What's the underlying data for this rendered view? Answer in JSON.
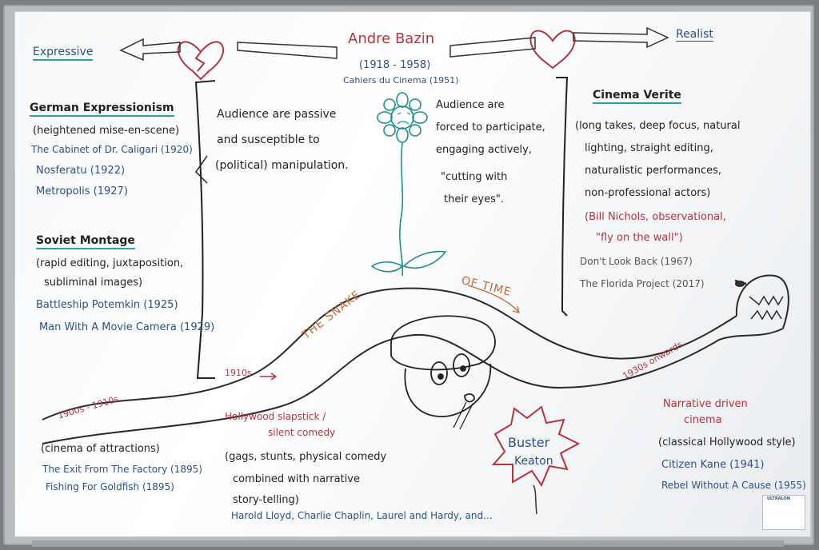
{
  "title": "Andre Bazin",
  "years": "(1918 - 1958)",
  "journal": "Cahiers du Cinema (1951)",
  "left_label": "Expressive",
  "right_label": "Realist",
  "expressive": {
    "heading1": "German Expressionism",
    "desc1": "(heightened mise-en-scene)",
    "films1": [
      "The Cabinet of Dr. Caligari (1920)",
      "Nosferatu (1922)",
      "Metropolis (1927)"
    ],
    "heading2": "Soviet Montage",
    "desc2": [
      "(rapid editing, juxtaposition,",
      "subliminal images)"
    ],
    "films2": [
      "Battleship Potemkin (1925)",
      "Man With A Movie Camera (1929)"
    ]
  },
  "audience_passive": [
    "Audience are passive",
    "and susceptible to",
    "(political) manipulation."
  ],
  "audience_active": [
    "Audience are",
    "forced to participate,",
    "engaging actively,",
    "\"cutting with",
    "their eyes\"."
  ],
  "realist": {
    "heading": "Cinema Verite",
    "desc": [
      "(long takes, deep focus, natural",
      "lighting, straight editing,",
      "naturalistic performances,",
      "non-professional actors)"
    ],
    "note": [
      "(Bill Nichols, observational,",
      "\"fly on the wall\")"
    ],
    "films": [
      "Don't Look Back (1967)",
      "The Florida Project (2017)"
    ]
  },
  "snake": {
    "label1": "THE SNAKE",
    "label2": "OF TIME",
    "era1": "1900s - 1910s",
    "era2": "1910s",
    "era3": "1930s onwards"
  },
  "attractions": {
    "desc": "(cinema of attractions)",
    "films": [
      "The Exit From The Factory (1895)",
      "Fishing For Goldfish (1895)"
    ]
  },
  "slapstick": {
    "heading": [
      "Hollywood slapstick /",
      "silent comedy"
    ],
    "desc": [
      "(gags, stunts, physical comedy",
      "combined with narrative",
      "story-telling)"
    ],
    "names": "Harold Lloyd, Charlie Chaplin, Laurel and Hardy, and..."
  },
  "buster": [
    "Buster",
    "Keaton"
  ],
  "narrative": {
    "heading": [
      "Narrative driven",
      "cinema"
    ],
    "desc": "(classical Hollywood style)",
    "films": [
      "Citizen Kane (1941)",
      "Rebel Without A Cause (1955)"
    ]
  },
  "logo": "ULTRALON",
  "colors": {
    "red": "#b5333f",
    "blue": "#2f4f86",
    "black": "#222222",
    "teal": "#1f8f8b",
    "orange": "#c26a3a"
  }
}
